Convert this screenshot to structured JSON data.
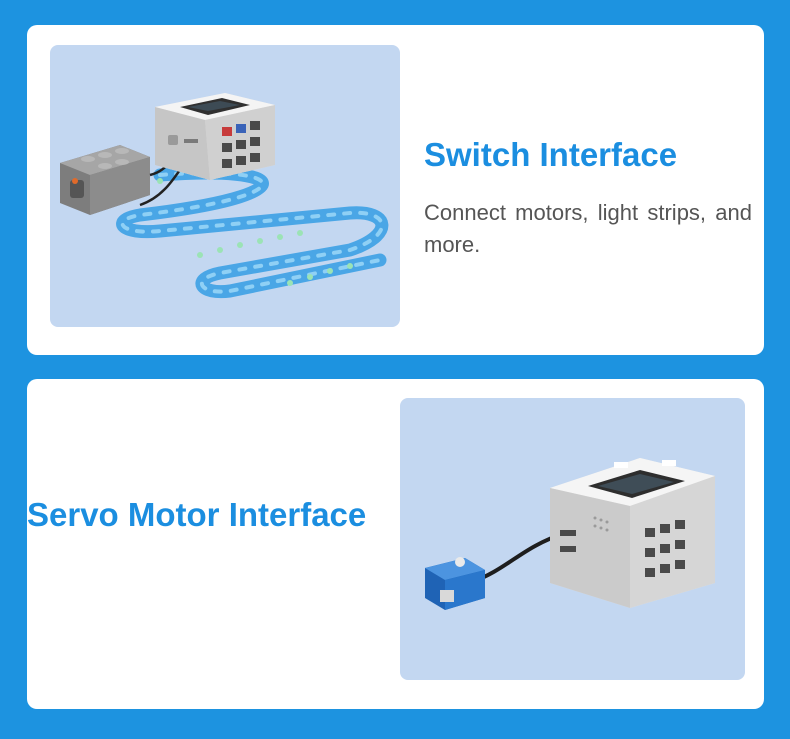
{
  "colors": {
    "background": "#1d93e0",
    "card": "#ffffff",
    "photo_background": "#c3d7f1",
    "title": "#1b8ee0",
    "description": "#555555"
  },
  "features": [
    {
      "title": "Switch Interface",
      "description": "Connect motors, light strips, and more."
    },
    {
      "title": "Servo Motor Interface"
    }
  ]
}
